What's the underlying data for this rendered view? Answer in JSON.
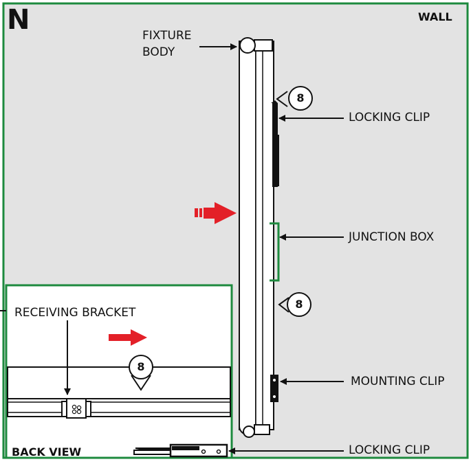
{
  "panel_letter": "N",
  "wall_label": "WALL",
  "callouts": {
    "fixture_body": [
      "FIXTURE",
      "BODY"
    ],
    "locking_clip_top": "LOCKING CLIP",
    "junction_box": "JUNCTION BOX",
    "mounting_clip": "MOUNTING CLIP",
    "locking_clip_bottom": "LOCKING CLIP",
    "receiving_bracket": "RECEIVING BRACKET"
  },
  "back_view_label": "BACK VIEW",
  "step_numbers": {
    "a": "8",
    "b": "8",
    "c": "8"
  },
  "colors": {
    "frame": "#1d8a3e",
    "wall_bg": "#e3e3e3",
    "inset_bg": "#ffffff",
    "arrow_red": "#e32028",
    "line": "#111111"
  }
}
